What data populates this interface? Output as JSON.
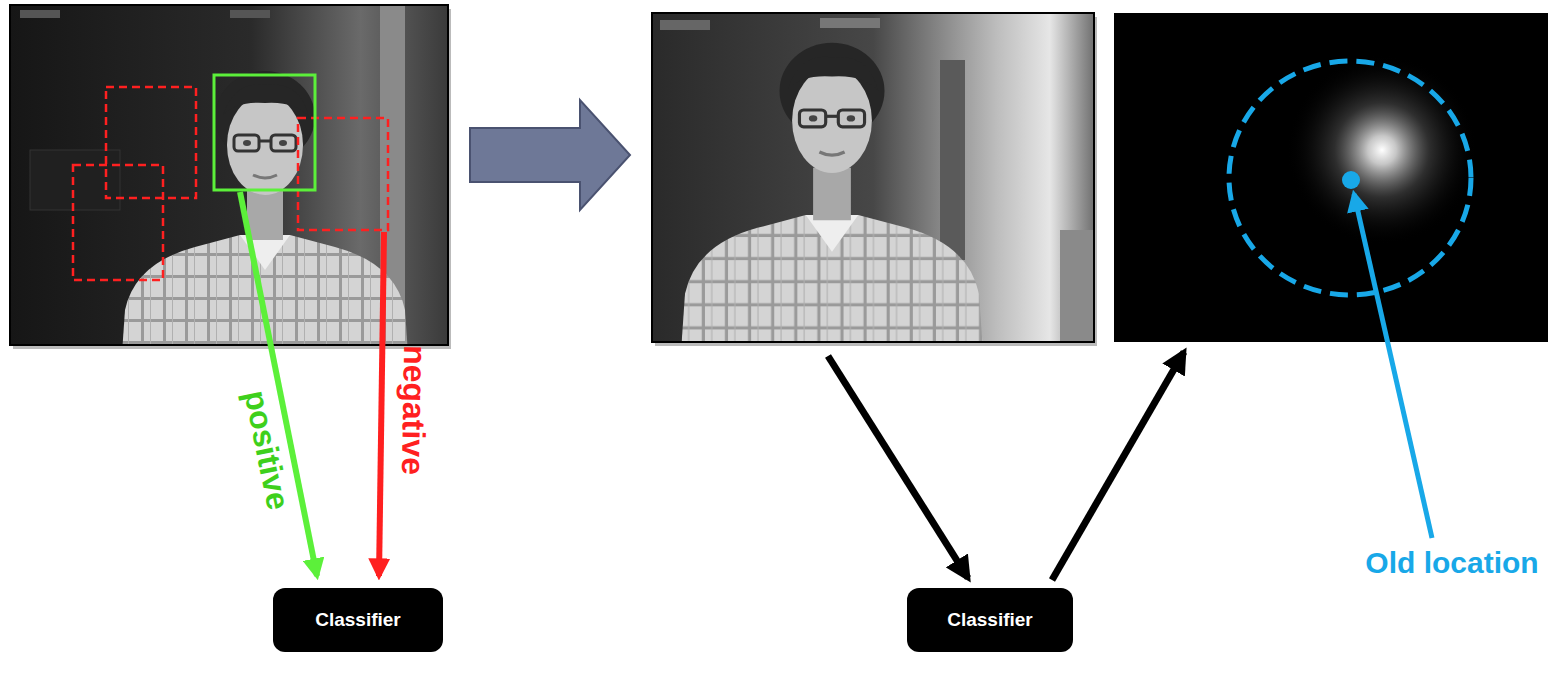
{
  "diagram": {
    "nodes": [
      {
        "text": [
          "Classifier"
        ]
      },
      {
        "text": [
          "Classifier"
        ]
      }
    ],
    "labels": [
      "positive",
      "negative",
      "Old location"
    ]
  }
}
